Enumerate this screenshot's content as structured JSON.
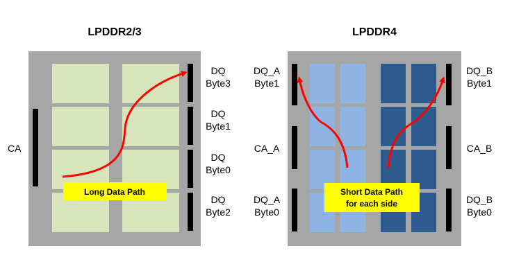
{
  "left_panel": {
    "title": "LPDDR2/3",
    "labels": {
      "ca": "CA",
      "dq_byte3": [
        "DQ",
        "Byte3"
      ],
      "dq_byte1": [
        "DQ",
        "Byte1"
      ],
      "dq_byte0": [
        "DQ",
        "Byte0"
      ],
      "dq_byte2": [
        "DQ",
        "Byte2"
      ]
    },
    "callout": "Long Data Path"
  },
  "right_panel": {
    "title": "LPDDR4",
    "labels": {
      "dq_a_byte1": [
        "DQ_A",
        "Byte1"
      ],
      "ca_a": "CA_A",
      "dq_a_byte0": [
        "DQ_A",
        "Byte0"
      ],
      "dq_b_byte1": [
        "DQ_B",
        "Byte1"
      ],
      "ca_b": "CA_B",
      "dq_b_byte0": [
        "DQ_B",
        "Byte0"
      ]
    },
    "callout": [
      "Short Data Path",
      "for each side"
    ]
  },
  "colors": {
    "die": "#a6a6a6",
    "left_bank": "#d8e4bc",
    "right_bank_a": "#8db4e2",
    "right_bank_b": "#2f5c8e",
    "pad_bar": "#000000",
    "callout": "#ffff00",
    "arrow": "#ff0000"
  }
}
